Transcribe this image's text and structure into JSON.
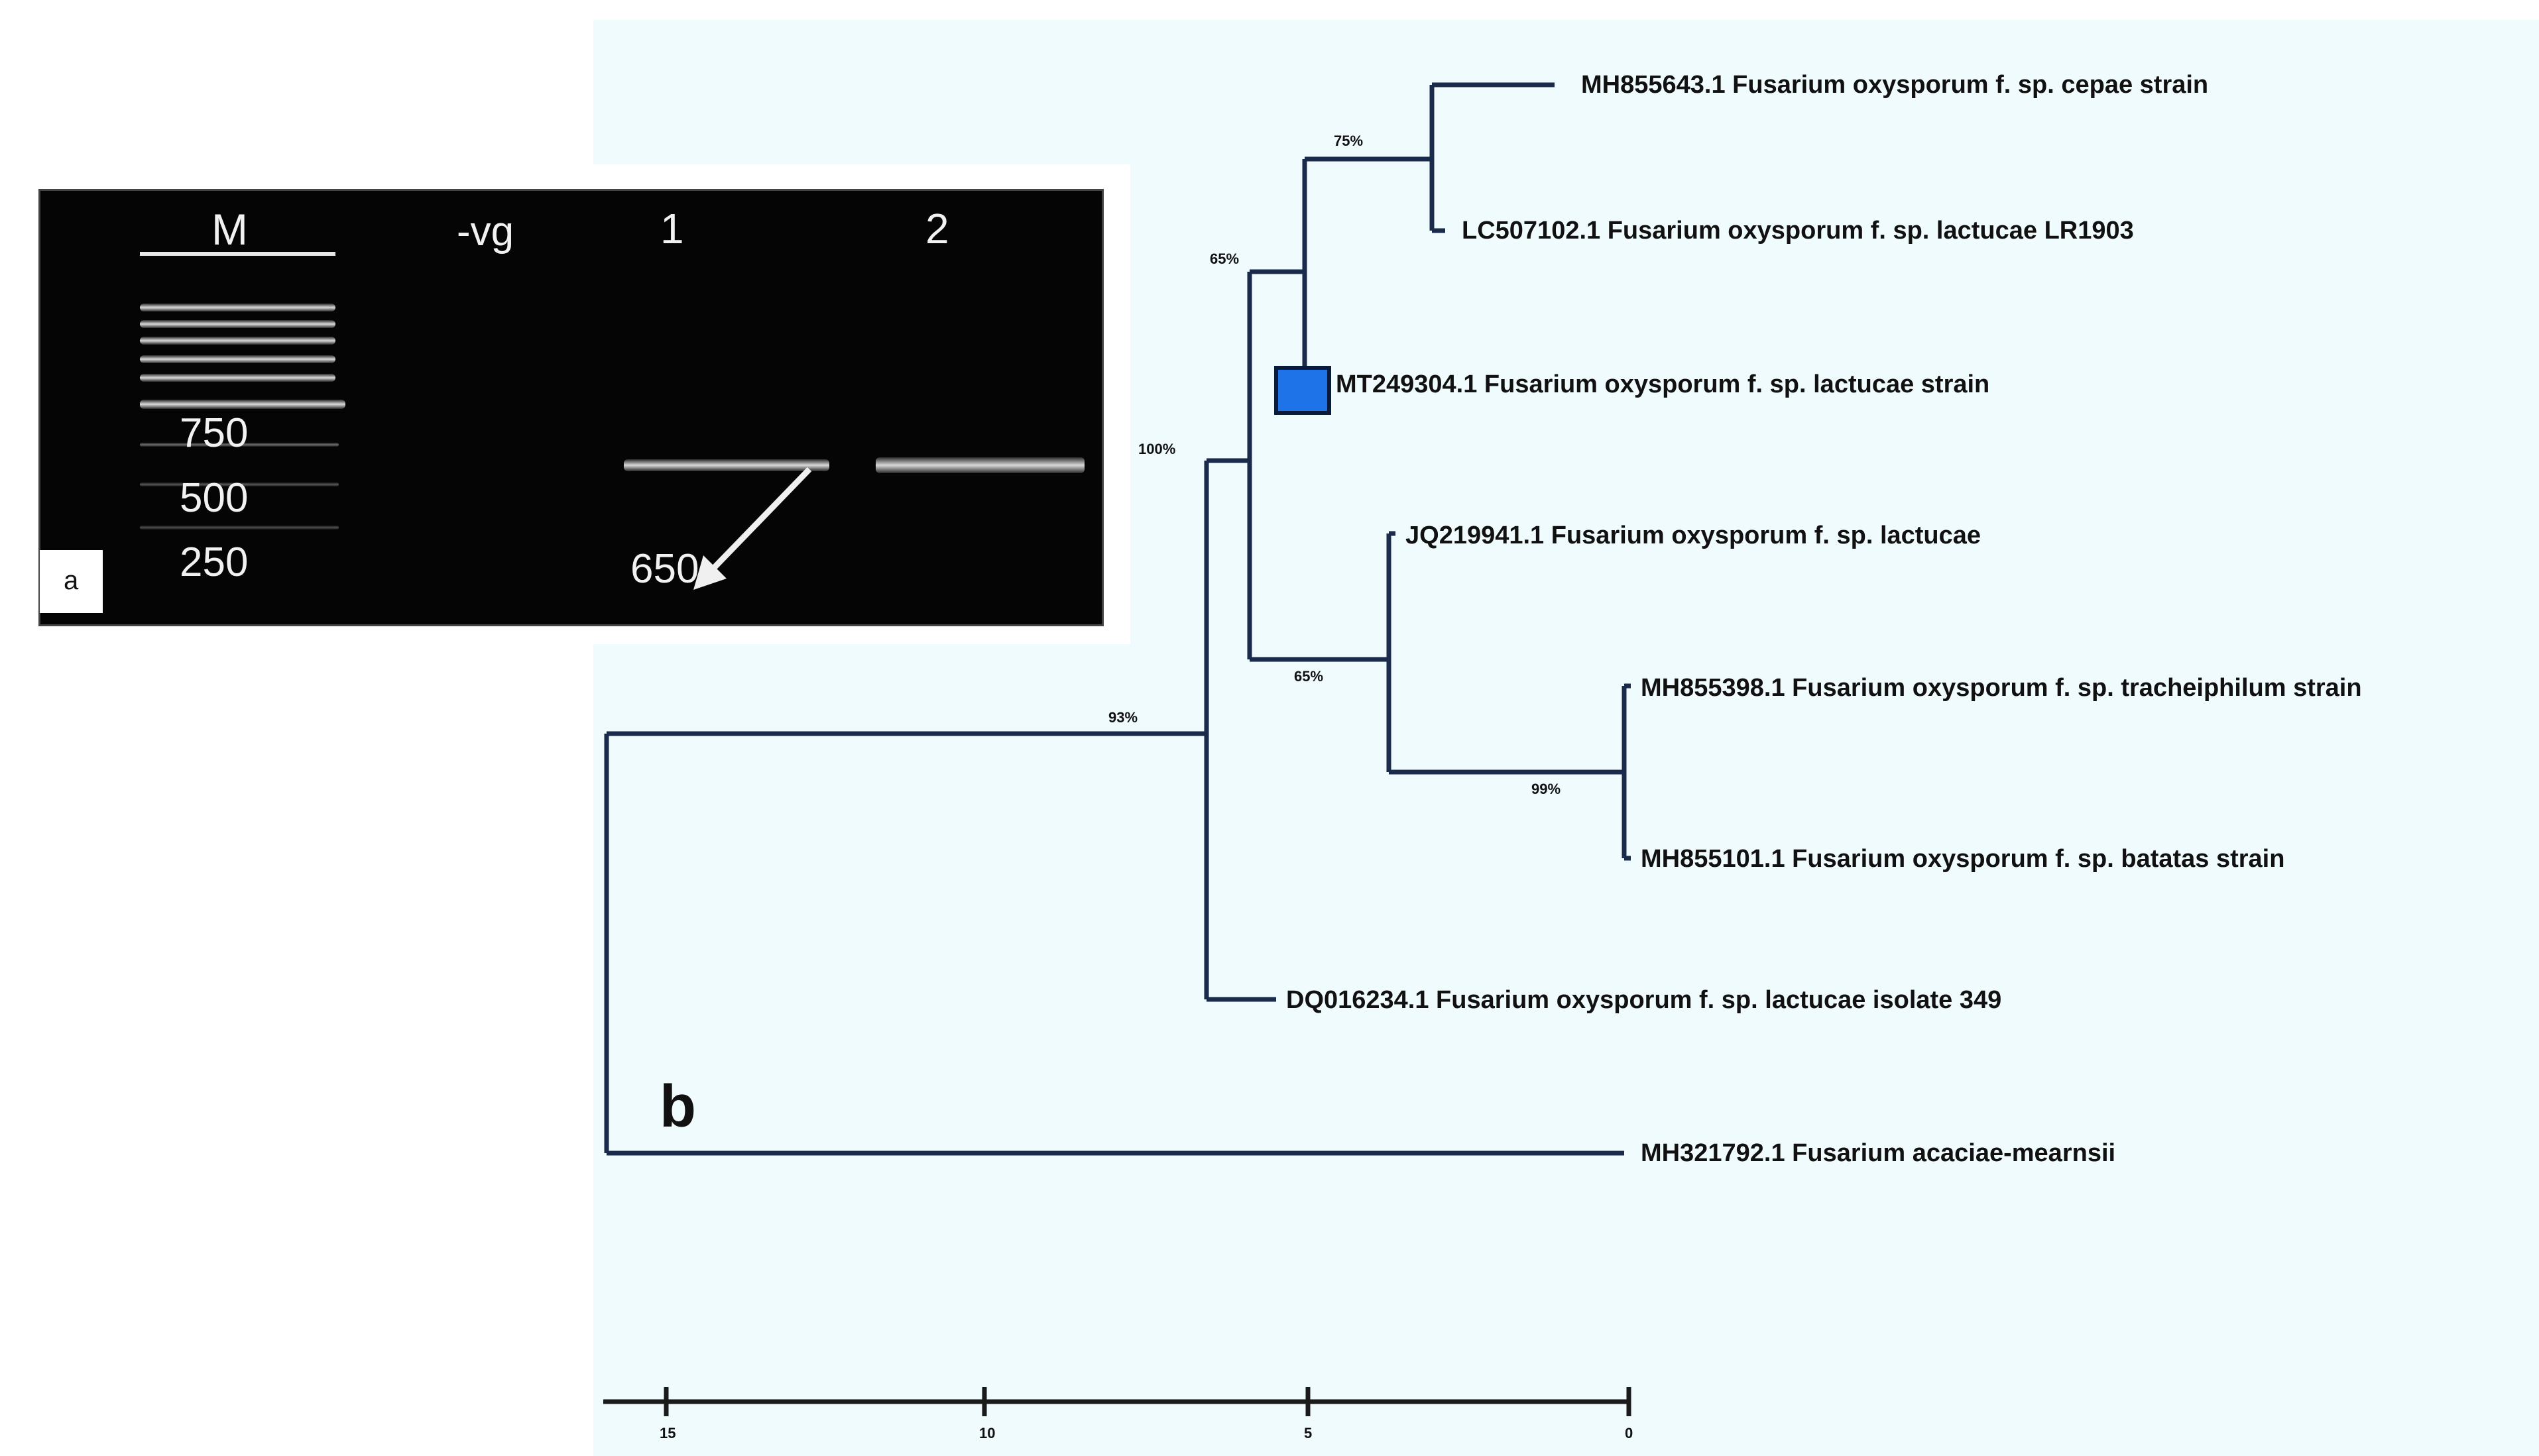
{
  "gel": {
    "lanes": [
      "M",
      "-vg",
      "1",
      "2"
    ],
    "ladder_labels": [
      "750",
      "500",
      "250"
    ],
    "band_label": "650",
    "panel_label": "a"
  },
  "tree": {
    "panel_label": "b",
    "leaves": [
      "MH855643.1 Fusarium oxysporum f. sp. cepae strain",
      "LC507102.1 Fusarium oxysporum f. sp. lactucae LR1903",
      "MT249304.1 Fusarium oxysporum f. sp. lactucae strain",
      "JQ219941.1 Fusarium oxysporum f. sp. lactucae",
      "MH855398.1 Fusarium oxysporum f. sp. tracheiphilum strain",
      "MH855101.1 Fusarium oxysporum f. sp. batatas strain",
      "DQ016234.1 Fusarium oxysporum f. sp. lactucae isolate 349",
      "MH321792.1 Fusarium acaciae-mearnsii"
    ],
    "bootstrap": [
      "75%",
      "65%",
      "100%",
      "65%",
      "99%",
      "93%"
    ],
    "scale_ticks": [
      "15",
      "10",
      "5",
      "0"
    ],
    "highlight_color": "#1e73e8"
  }
}
